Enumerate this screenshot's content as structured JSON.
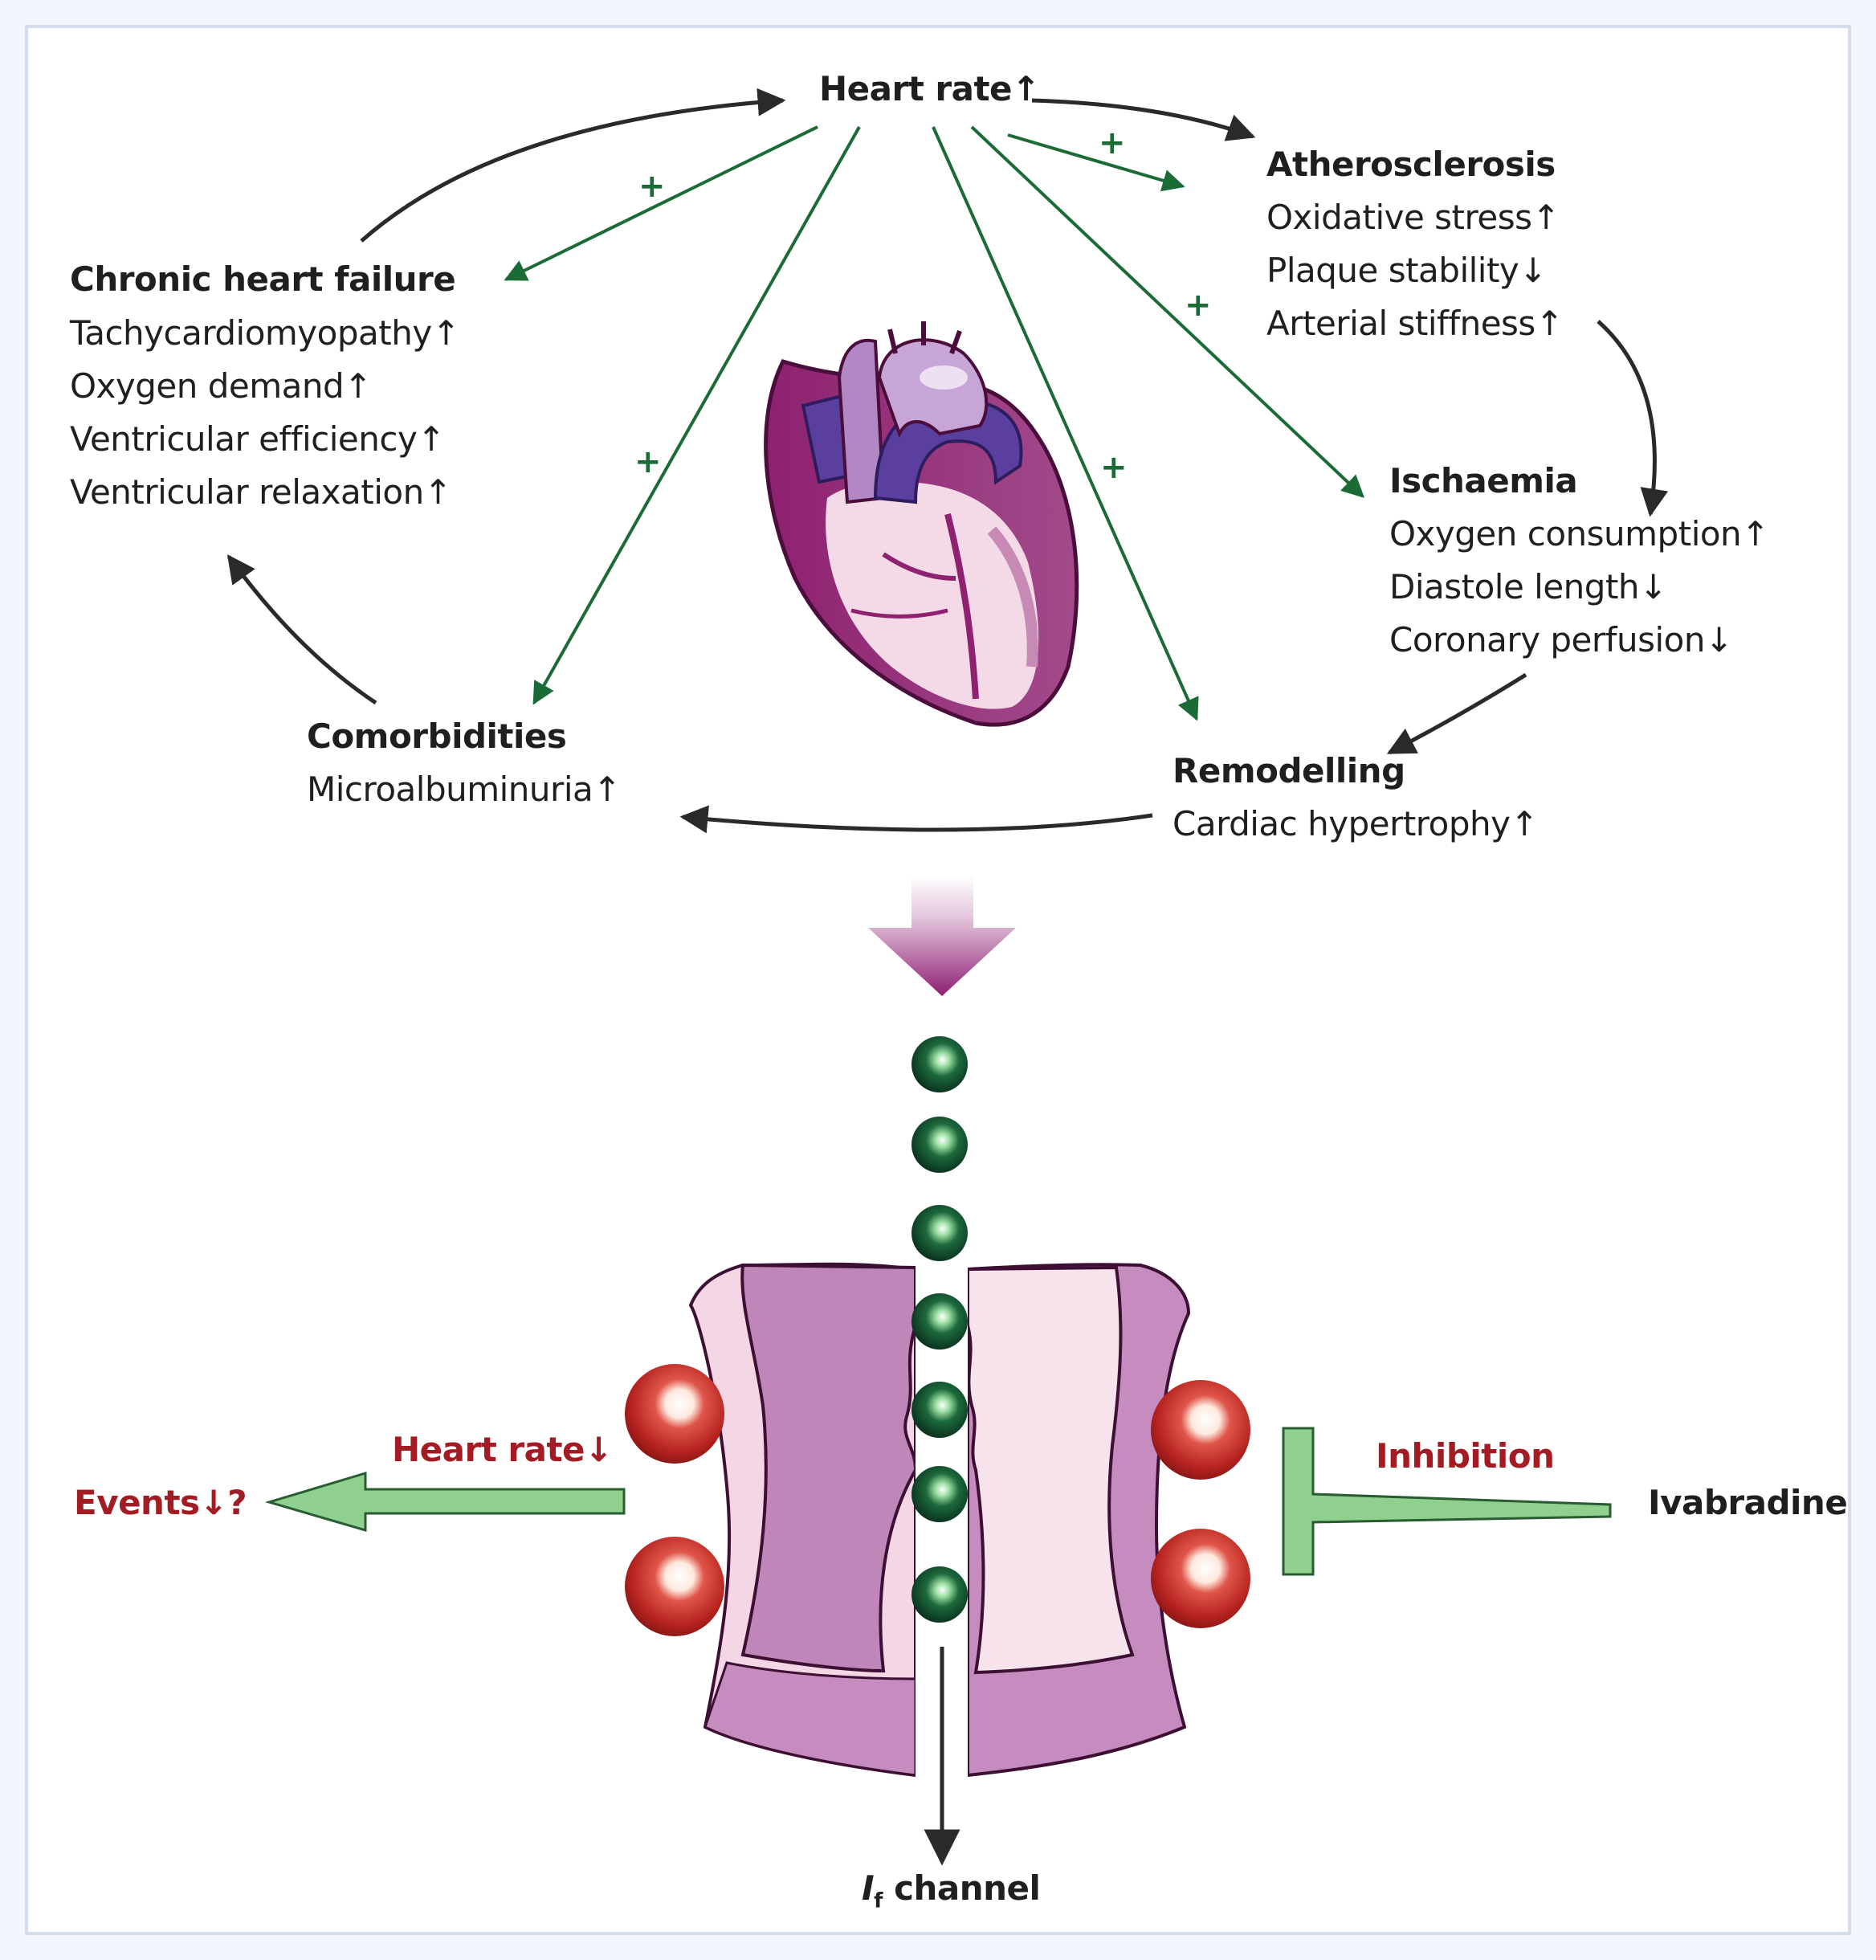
{
  "center": {
    "title": "Heart rate↑"
  },
  "chronic_heart_failure": {
    "title": "Chronic heart failure",
    "items": [
      "Tachycardiomyopathy↑",
      "Oxygen demand↑",
      "Ventricular efficiency↑",
      "Ventricular relaxation↑"
    ]
  },
  "atherosclerosis": {
    "title": "Atherosclerosis",
    "items": [
      "Oxidative stress↑",
      "Plaque stability↓",
      "Arterial stiffness↑"
    ]
  },
  "ischaemia": {
    "title": "Ischaemia",
    "items": [
      "Oxygen consumption↑",
      "Diastole length↓",
      "Coronary perfusion↓"
    ]
  },
  "comorbidities": {
    "title": "Comorbidities",
    "items": [
      "Microalbuminuria↑"
    ]
  },
  "remodelling": {
    "title": "Remodelling",
    "items": [
      "Cardiac hypertrophy↑"
    ]
  },
  "plus_sign": "+",
  "bottom": {
    "heart_rate_down": "Heart rate↓",
    "events": "Events↓?",
    "inhibition": "Inhibition",
    "ivabradine": "Ivabradine",
    "channel_symbol": "I",
    "channel_subscript": "f",
    "channel_word": " channel"
  },
  "colors": {
    "green_arrow": "#1b6b36",
    "dark_arrow": "#2a2a2a",
    "red_label": "#a31c24",
    "magenta": "#8e1f73",
    "light_green": "#8fd08f",
    "ion_dark_green": "#0d3d24",
    "red_sphere": "#b5221f"
  },
  "icons": [
    "heart-illustration",
    "down-arrow-icon",
    "if-channel-illustration"
  ]
}
